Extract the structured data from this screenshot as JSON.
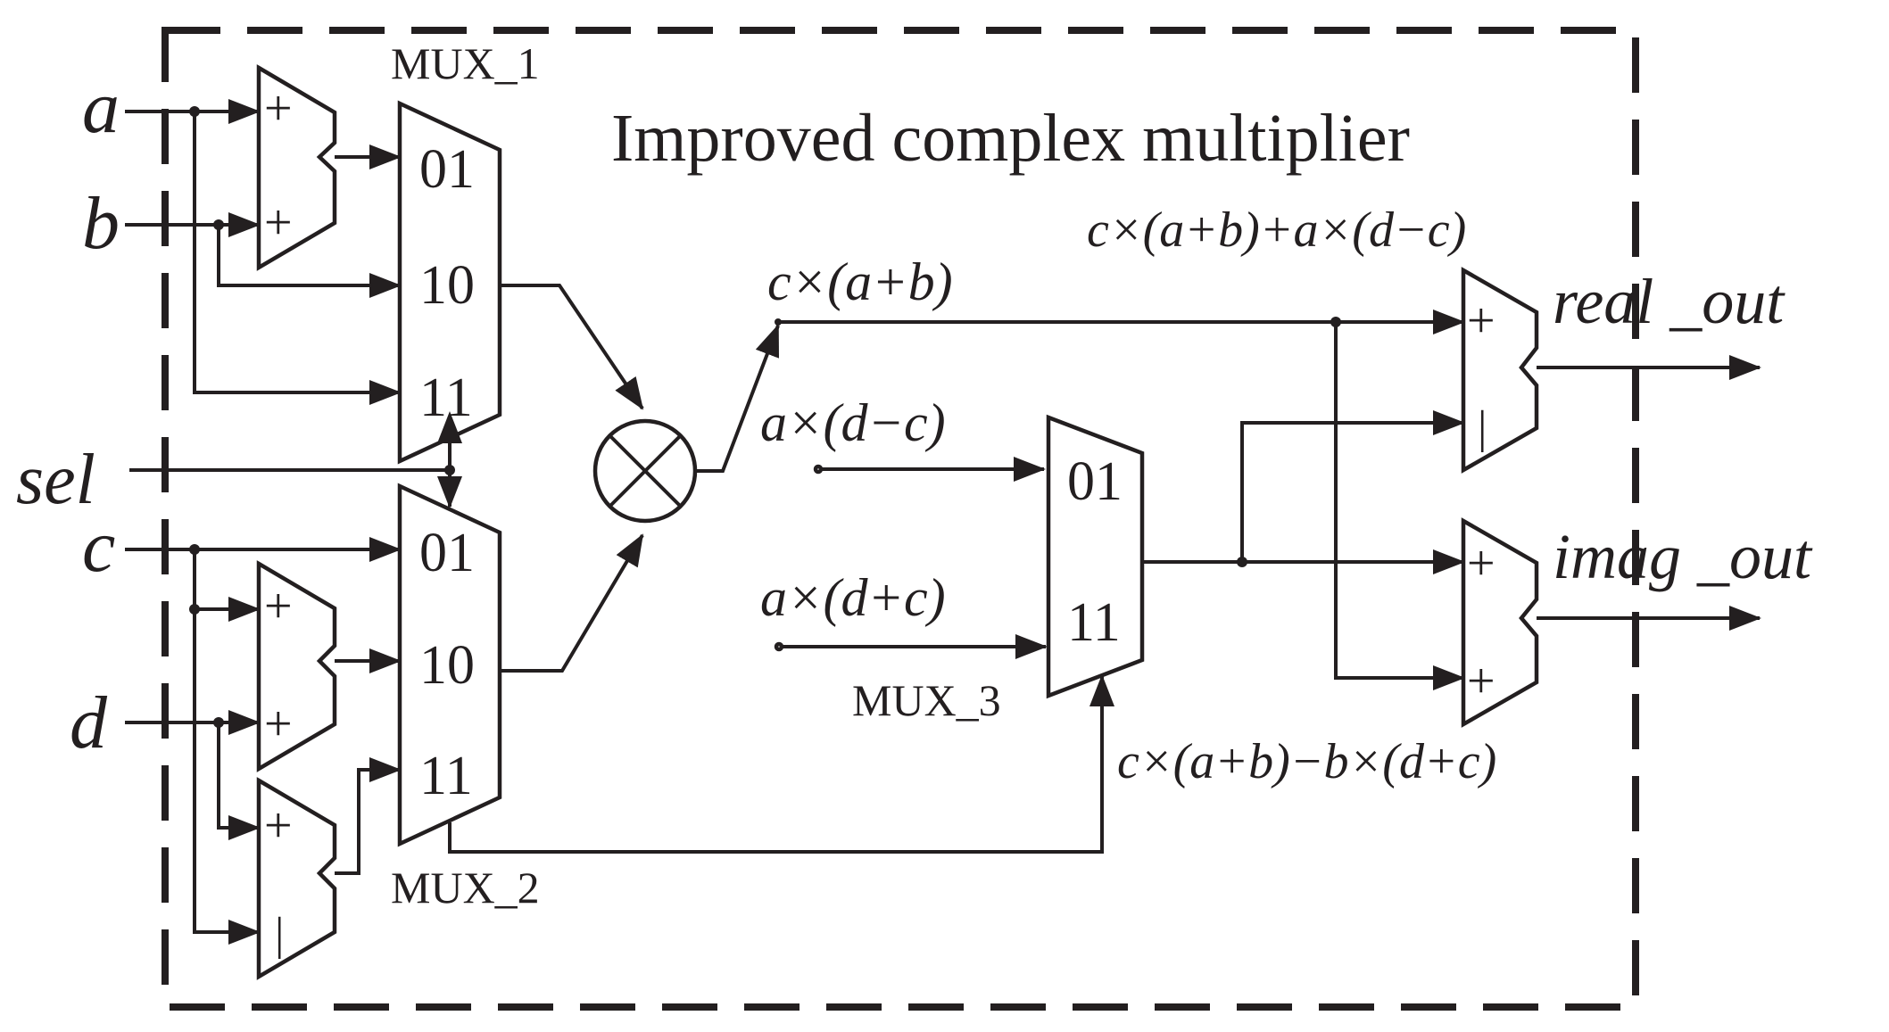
{
  "title": "Improved complex multiplier",
  "inputs": {
    "a": "a",
    "b": "b",
    "sel": "sel",
    "c": "c",
    "d": "d"
  },
  "muxes": {
    "mux1": {
      "label": "MUX_1",
      "ports": [
        "01",
        "10",
        "11"
      ]
    },
    "mux2": {
      "label": "MUX_2",
      "ports": [
        "01",
        "10",
        "11"
      ]
    },
    "mux3": {
      "label": "MUX_3",
      "ports": [
        "01",
        "11"
      ]
    }
  },
  "adder_signs": {
    "plus": "+",
    "minus": "|"
  },
  "signals": {
    "c_ab": "c×(a+b)",
    "a_dmc": "a×(d−c)",
    "a_dpc": "a×(d+c)",
    "real_expr": "c×(a+b)+a×(d−c)",
    "imag_expr": "c×(a+b)−b×(d+c)"
  },
  "outputs": {
    "real": "real _out",
    "imag": "imag _out"
  },
  "colors": {
    "ink": "#231f20",
    "background": "#ffffff"
  }
}
